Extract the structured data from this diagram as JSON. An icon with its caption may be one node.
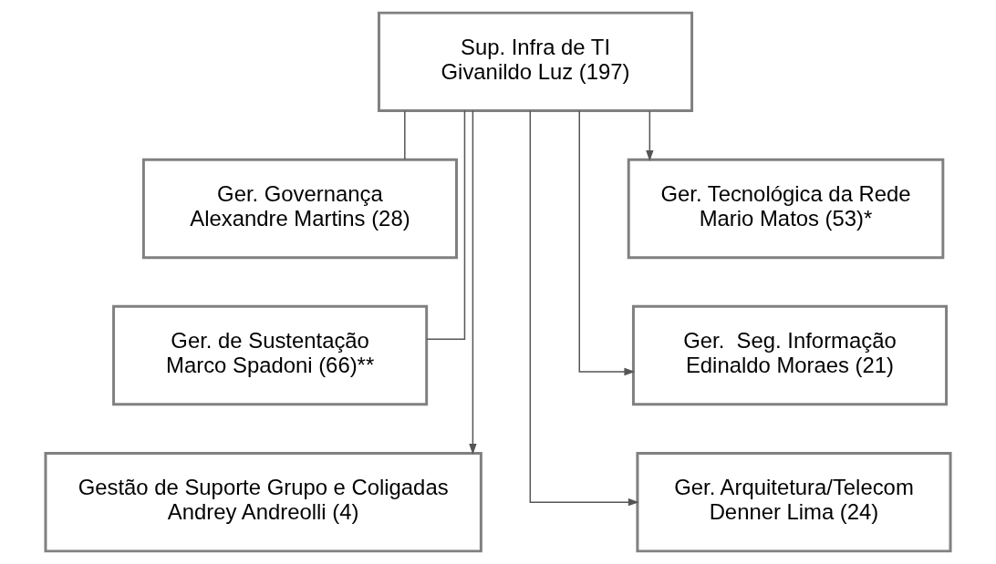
{
  "diagram": {
    "nodes": [
      {
        "text": [
          "Sup. Infra de TI",
          "Givanildo Luz (197)"
        ]
      },
      {
        "text": [
          "Ger. Governança",
          "Alexandre Martins (28)"
        ]
      },
      {
        "text": [
          "Ger. Tecnológica da Rede",
          "Mario Matos (53)*"
        ]
      },
      {
        "text": [
          "Ger. de Sustentação",
          "Marco Spadoni (66)**"
        ]
      },
      {
        "text": [
          "Ger.  Seg. Informação",
          "Edinaldo Moraes (21)"
        ]
      },
      {
        "text": [
          "Gestão de Suporte Grupo e Coligadas",
          "Andrey Andreolli (4)"
        ]
      },
      {
        "text": [
          "Ger. Arquitetura/Telecom",
          "Denner Lima (24)"
        ]
      }
    ],
    "edges": [
      {
        "from": 0,
        "to": 1,
        "arrow": "none"
      },
      {
        "from": 0,
        "to": 2,
        "arrow": "to"
      },
      {
        "from": 0,
        "to": 3,
        "arrow": "none"
      },
      {
        "from": 0,
        "to": 4,
        "arrow": "to"
      },
      {
        "from": 0,
        "to": 5,
        "arrow": "to"
      },
      {
        "from": 0,
        "to": 6,
        "arrow": "to"
      }
    ]
  }
}
